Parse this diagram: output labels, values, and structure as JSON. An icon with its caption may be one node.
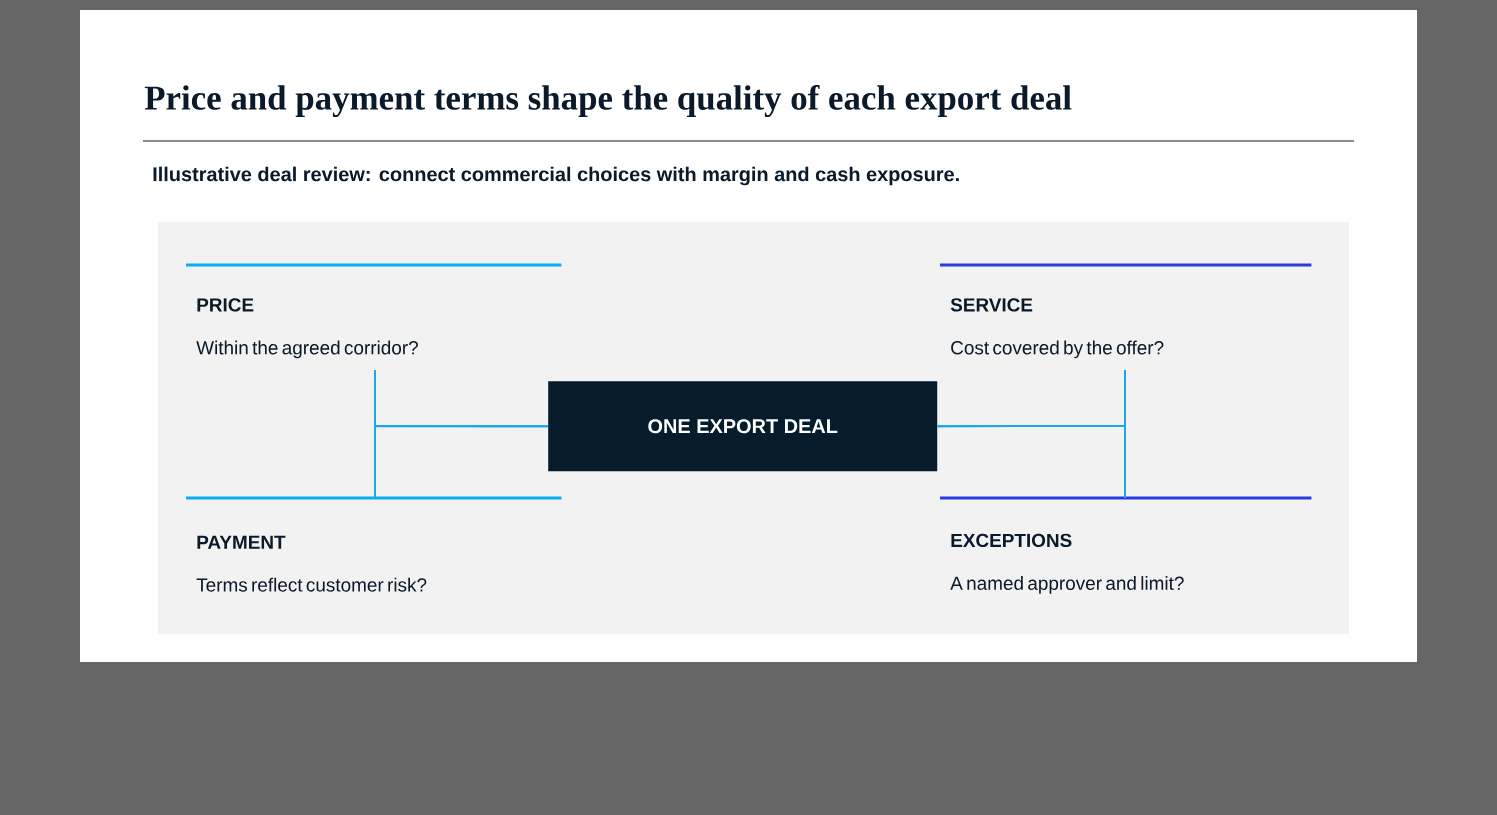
{
  "diagram": {
    "title": "Price and payment terms shape the quality of each export deal",
    "nodes": [
      {
        "text": [
          "PRICE",
          "Within the agreed corridor?"
        ]
      },
      {
        "text": [
          "SERVICE",
          "Cost covered by the offer?"
        ]
      },
      {
        "text": [
          "ONE EXPORT DEAL"
        ]
      },
      {
        "text": [
          "PAYMENT",
          "Terms reflect customer risk?"
        ]
      },
      {
        "text": [
          "EXCEPTIONS",
          "A named approver and limit?"
        ]
      }
    ],
    "edges": [
      {
        "from": 2,
        "to": 0,
        "arrow": "none"
      },
      {
        "from": 2,
        "to": 3,
        "arrow": "none"
      },
      {
        "from": 2,
        "to": 1,
        "arrow": "none"
      },
      {
        "from": 2,
        "to": 4,
        "arrow": "none"
      }
    ],
    "labels": [
      "Illustrative deal review: connect commercial choices with margin and cash exposure."
    ]
  }
}
